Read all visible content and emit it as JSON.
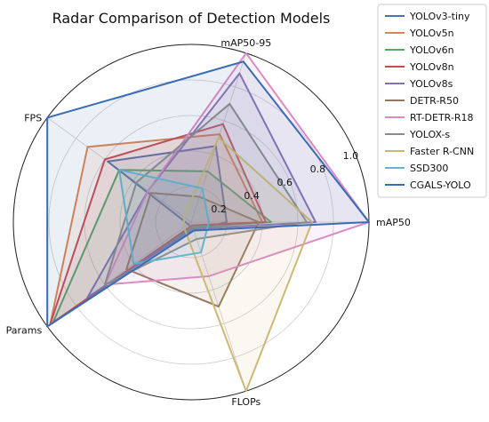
{
  "chart_data": {
    "type": "radar",
    "title": "Radar Comparison of Detection Models",
    "axes": [
      "mAP50",
      "mAP50-95",
      "FPS",
      "Params",
      "FLOPs"
    ],
    "radial_ticks": [
      0.2,
      0.4,
      0.6,
      0.8,
      1.0
    ],
    "radial_tick_labels": [
      "0.2",
      "0.4",
      "0.6",
      "0.8",
      "1.0"
    ],
    "rlim": [
      0,
      1.0
    ],
    "grid": true,
    "legend_position": "top-right",
    "series": [
      {
        "name": "YOLOv3-tiny",
        "color": "#4c72b0",
        "values": [
          0.2,
          0.45,
          0.58,
          0.02,
          0.05
        ]
      },
      {
        "name": "YOLOv5n",
        "color": "#dd8452",
        "values": [
          0.4,
          0.52,
          0.72,
          0.98,
          0.02
        ]
      },
      {
        "name": "YOLOv6n",
        "color": "#55a868",
        "values": [
          0.45,
          0.3,
          0.5,
          0.96,
          0.03
        ]
      },
      {
        "name": "YOLOv8n",
        "color": "#c44e52",
        "values": [
          0.42,
          0.58,
          0.6,
          0.98,
          0.02
        ]
      },
      {
        "name": "YOLOv8s",
        "color": "#8172b3",
        "values": [
          0.7,
          0.88,
          0.3,
          0.72,
          0.04
        ]
      },
      {
        "name": "DETR-R50",
        "color": "#937860",
        "values": [
          0.38,
          0.15,
          0.28,
          0.45,
          0.5
        ]
      },
      {
        "name": "RT-DETR-R18",
        "color": "#da8bc3",
        "values": [
          1.0,
          1.0,
          0.3,
          0.6,
          0.32
        ]
      },
      {
        "name": "YOLOX-s",
        "color": "#8c8c8c",
        "values": [
          0.65,
          0.7,
          0.38,
          0.6,
          0.1
        ]
      },
      {
        "name": "Faster R-CNN",
        "color": "#ccb974",
        "values": [
          0.68,
          0.5,
          0.05,
          0.05,
          1.0
        ]
      },
      {
        "name": "SSD300",
        "color": "#64b5cd",
        "values": [
          0.1,
          0.2,
          0.5,
          0.4,
          0.18
        ]
      },
      {
        "name": "CGALS-YOLO",
        "color": "#3a6bb5",
        "values": [
          1.0,
          0.95,
          1.0,
          1.0,
          0.05
        ]
      }
    ]
  }
}
